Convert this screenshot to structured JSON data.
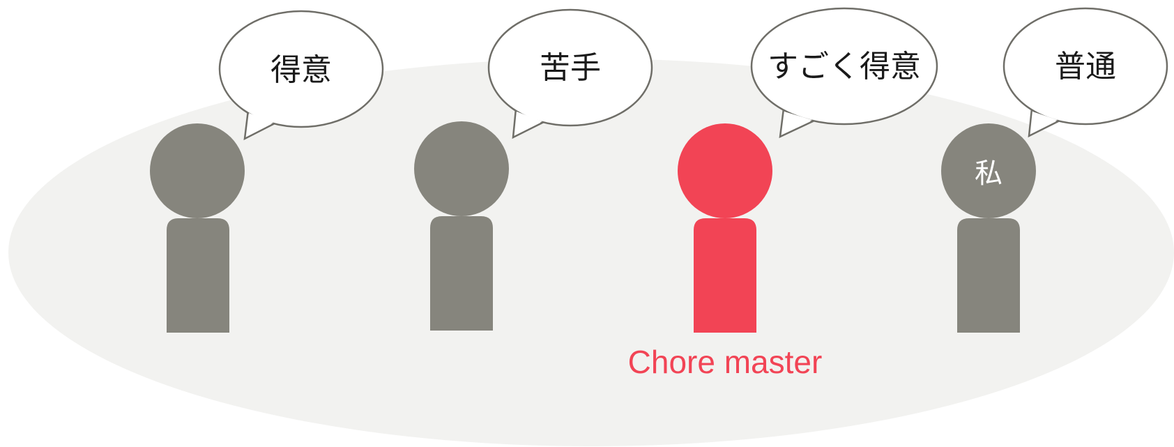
{
  "colors": {
    "background": "#ffffff",
    "group_fill": "#f2f2f0",
    "person_default": "#86857d",
    "person_highlight": "#f24455",
    "bubble_fill": "#ffffff",
    "bubble_stroke": "#6f6e68"
  },
  "people": [
    {
      "id": "person-1",
      "speech": "得意",
      "head_label": "",
      "highlight": false
    },
    {
      "id": "person-2",
      "speech": "苦手",
      "head_label": "",
      "highlight": false
    },
    {
      "id": "person-3",
      "speech": "すごく得意",
      "head_label": "",
      "highlight": true
    },
    {
      "id": "person-4",
      "speech": "普通",
      "head_label": "私",
      "highlight": false
    }
  ],
  "caption": "Chore master"
}
